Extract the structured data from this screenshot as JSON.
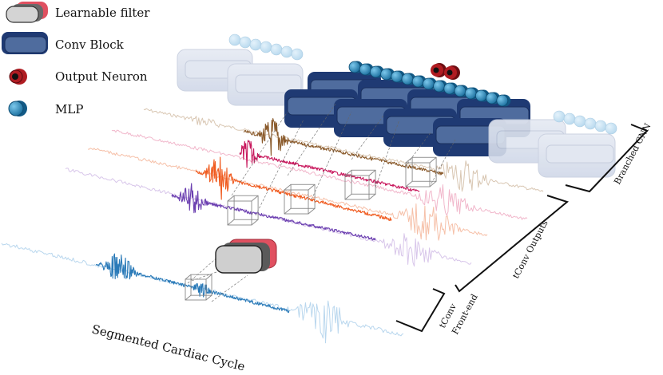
{
  "legend": {
    "learnable_filter": "Learnable filter",
    "conv_block": "Conv Block",
    "output_neuron": "Output Neuron",
    "mlp": "MLP"
  },
  "caption": "Segmented Cardiac Cycle",
  "brackets": {
    "front_end_line1": "tConv",
    "front_end_line2": "Front-end",
    "outputs": "tConv Outputs",
    "branched": "Branched CNN"
  },
  "colors": {
    "signal_main": "#2a7ab8",
    "signal_light": "#b9d7ee",
    "branch_brown": "#8a5a2b",
    "branch_pink": "#c8185d",
    "branch_orange": "#f05a1e",
    "branch_purple": "#6b3fb0",
    "conv_block": "#2f4f8f",
    "mlp_node": "#2a8fc0",
    "output_neuron": "#b01c22",
    "filter_red": "#e05060"
  },
  "icons": [
    "learnable-filter-icon",
    "conv-block-icon",
    "output-neuron-icon",
    "mlp-node-icon"
  ]
}
